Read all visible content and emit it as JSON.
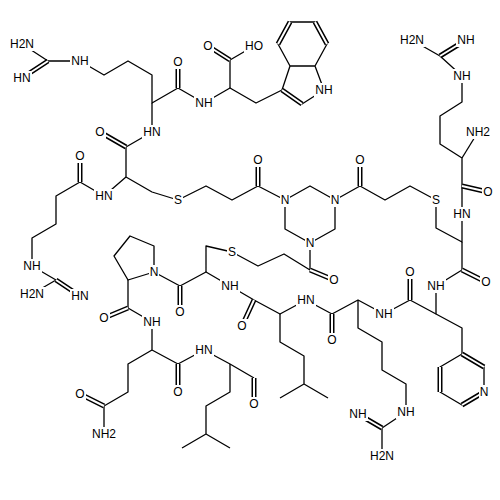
{
  "diagram": {
    "labels": [
      "H2N",
      "HN",
      "NH",
      "O",
      "HO",
      "O",
      "NH",
      "NH",
      "H2N",
      "NH",
      "NH",
      "NH2",
      "HN",
      "O",
      "O",
      "O",
      "O",
      "O",
      "HN",
      "S",
      "N",
      "N",
      "S",
      "HN",
      "N",
      "S",
      "NH",
      "N",
      "O",
      "O",
      "O",
      "NH",
      "NH",
      "H2N",
      "HN",
      "HN",
      "O",
      "NH",
      "O",
      "NH",
      "O",
      "O",
      "HN",
      "O",
      "N",
      "O",
      "O",
      "NH",
      "NH",
      "NH2",
      "H2N"
    ]
  }
}
